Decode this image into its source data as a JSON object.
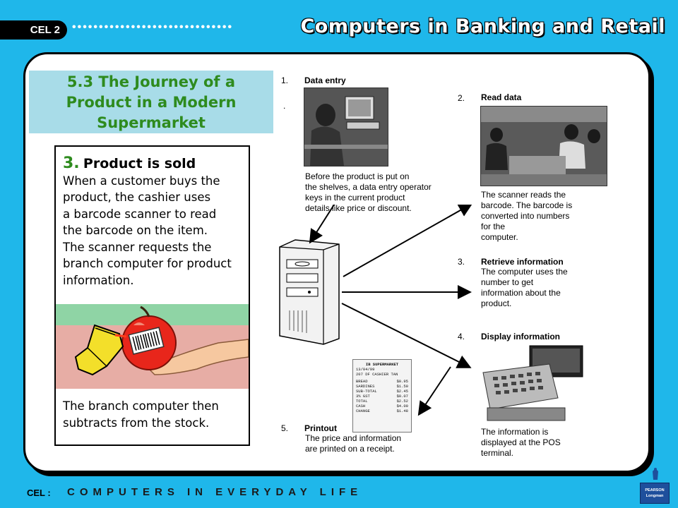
{
  "header": {
    "tag": "CEL 2",
    "dots": "••••••••••••••••••••••••••••••",
    "title": "Computers in Banking and Retail"
  },
  "section_title": {
    "line1": "5.3 The Journey of a",
    "line2": "Product in a Modern",
    "line3": "Supermarket"
  },
  "sold_box": {
    "number": "3.",
    "heading": "Product is sold",
    "lines": [
      "When a customer buys the",
      "product, the cashier uses",
      "a barcode scanner to read",
      "the barcode on the item.",
      "The scanner requests the",
      "branch computer for product",
      "information."
    ],
    "bottom_lines": [
      "The branch computer then",
      "subtracts from the stock."
    ]
  },
  "steps": {
    "s1": {
      "num": "1.",
      "title": "Data entry",
      "dot": ".",
      "desc": [
        "Before the product is put on",
        "the shelves, a data entry operator",
        "keys in the current product",
        "details like price or discount."
      ]
    },
    "s2": {
      "num": "2.",
      "title": "Read data",
      "desc": [
        "The scanner reads the",
        "barcode. The barcode is",
        "converted into numbers",
        "for the",
        "computer."
      ]
    },
    "s3": {
      "num": "3.",
      "title": "Retrieve information",
      "desc": [
        "The computer uses the",
        "number to get",
        "information about the",
        "product."
      ]
    },
    "s4": {
      "num": "4.",
      "title": "Display information",
      "desc": [
        "The information is",
        "displayed at the POS",
        "terminal."
      ]
    },
    "s5": {
      "num": "5.",
      "title": "Printout",
      "desc": [
        "The price and information",
        "are printed on a receipt."
      ]
    }
  },
  "receipt": {
    "store": "IB SUPERMARKET",
    "date": "13/04/99",
    "cashier": "207 DF CASHIER TAN",
    "items": [
      {
        "name": "BREAD",
        "price": "$0.95"
      },
      {
        "name": "SARDINES",
        "price": "$1.50"
      },
      {
        "name": "SUB-TOTAL",
        "price": "$2.45"
      },
      {
        "name": "3% GST",
        "price": "$0.07"
      },
      {
        "name": "TOTAL",
        "price": "$2.52"
      },
      {
        "name": "CASH",
        "price": "$4.00"
      },
      {
        "name": "CHANGE",
        "price": "$1.48"
      }
    ]
  },
  "footer": {
    "label": "CEL :",
    "text": "COMPUTERS IN EVERYDAY LIFE"
  },
  "logo": {
    "line1": "PEARSON",
    "line2": "Longman"
  }
}
